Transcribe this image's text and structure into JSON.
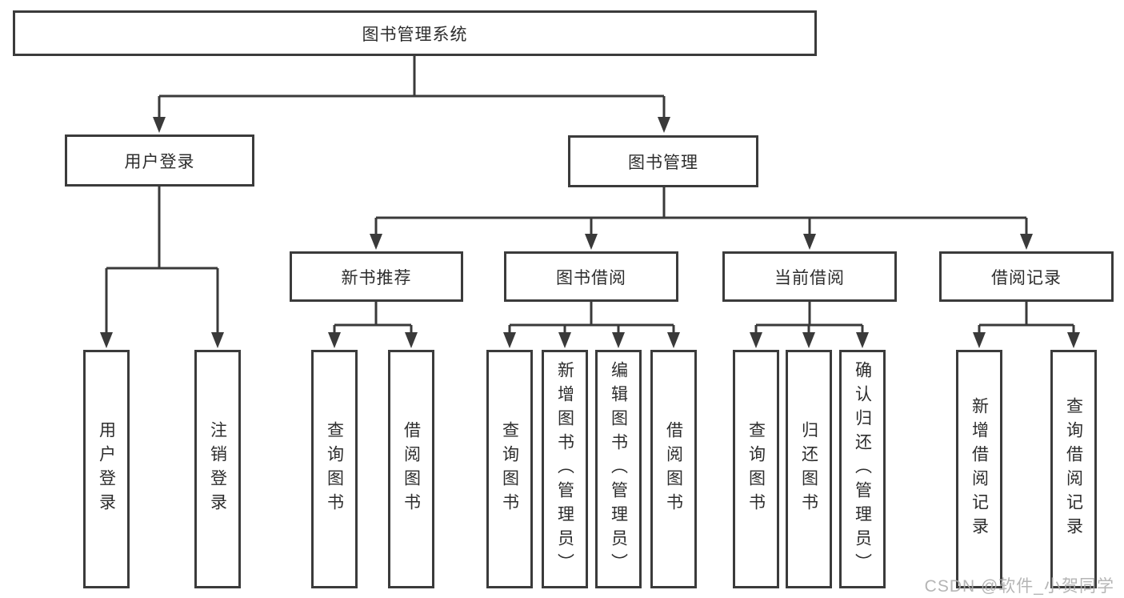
{
  "diagram": {
    "root": {
      "label": "图书管理系统"
    },
    "level2": [
      {
        "id": "user-login",
        "label": "用户登录"
      },
      {
        "id": "book-management",
        "label": "图书管理"
      }
    ],
    "level3": [
      {
        "id": "new-book-recommend",
        "label": "新书推荐"
      },
      {
        "id": "book-borrowing",
        "label": "图书借阅"
      },
      {
        "id": "current-borrowing",
        "label": "当前借阅"
      },
      {
        "id": "borrowing-records",
        "label": "借阅记录"
      }
    ],
    "leaves": {
      "user_login": [
        {
          "label": "用户登录"
        },
        {
          "label": "注销登录"
        }
      ],
      "new_book_recommend": [
        {
          "label": "查询图书"
        },
        {
          "label": "借阅图书"
        }
      ],
      "book_borrowing": [
        {
          "label": "查询图书"
        },
        {
          "label": "新增图书（管理员）"
        },
        {
          "label": "编辑图书（管理员）"
        },
        {
          "label": "借阅图书"
        }
      ],
      "current_borrowing": [
        {
          "label": "查询图书"
        },
        {
          "label": "归还图书"
        },
        {
          "label": "确认归还（管理员）"
        }
      ],
      "borrowing_records": [
        {
          "label": "新增借阅记录"
        },
        {
          "label": "查询借阅记录"
        }
      ]
    }
  },
  "watermark": {
    "text": "CSDN @软件_小贺同学"
  },
  "colors": {
    "line": "#3a3a3a",
    "border": "#3b3b3b",
    "text": "#2d2d2d",
    "watermark": "#adadad",
    "background": "#ffffff"
  }
}
